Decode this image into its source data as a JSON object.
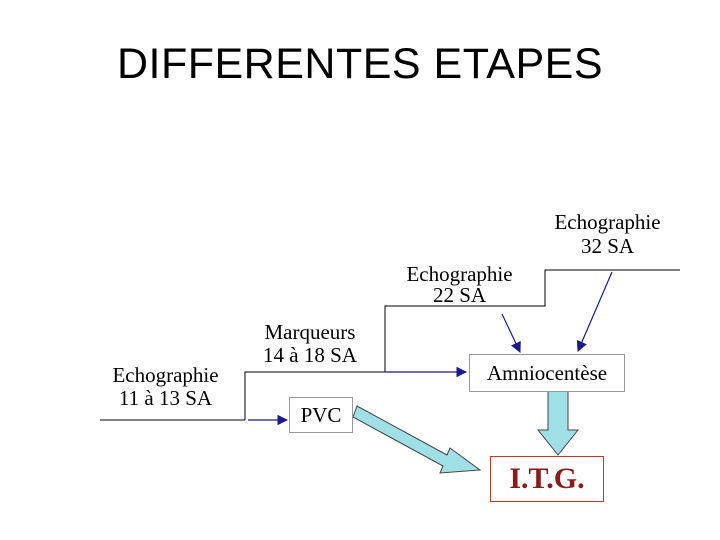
{
  "title": "DIFFERENTES ETAPES",
  "nodes": {
    "echo_11_13": {
      "line1": "Echographie",
      "line2": "11  à  13  SA"
    },
    "marqueurs": {
      "line1": "Marqueurs",
      "line2": "14  à 18 SA"
    },
    "echo_22": {
      "line1": "Echographie",
      "line2": "22 SA"
    },
    "echo_32": {
      "line1": "Echographie",
      "line2": "32 SA"
    },
    "pvc": {
      "label": "PVC"
    },
    "amniocentese": {
      "label": "Amniocentèse"
    },
    "itg": {
      "label": "I.T.G."
    }
  },
  "colors": {
    "arrow": "#1a1a8c",
    "itg_text": "#8b1a1a",
    "itg_border": "#c0392b",
    "fat_arrow_fill": "#9fe0e6",
    "box_border": "#999999"
  }
}
